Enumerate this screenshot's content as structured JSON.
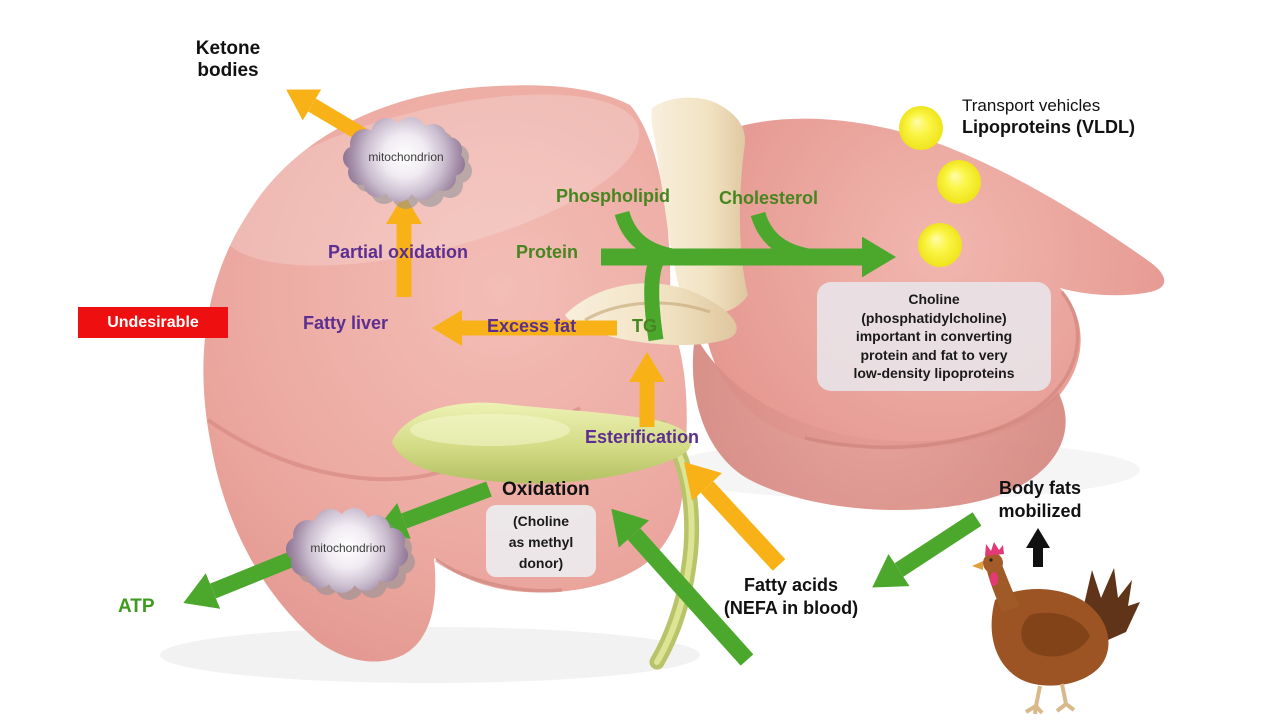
{
  "figure": {
    "background": "#FFFFFF",
    "labels": {
      "ketone_bodies": "Ketone\nbodies",
      "transport_vehicles": "Transport vehicles",
      "lipoproteins": "Lipoproteins (VLDL)",
      "phospholipid": "Phospholipid",
      "cholesterol": "Cholesterol",
      "protein": "Protein",
      "partial_oxidation": "Partial oxidation",
      "fatty_liver": "Fatty liver",
      "excess_fat": "Excess fat",
      "tg": "TG",
      "undesirable": "Undesirable",
      "choline_note": "Choline\n(phosphatidylcholine)\nimportant in converting\nprotein and fat to very\nlow-density lipoproteins",
      "esterification": "Esterification",
      "oxidation": "Oxidation",
      "choline_methyl": "(Choline\nas methyl\ndonor)",
      "atp": "ATP",
      "fatty_acids": "Fatty acids\n(NEFA in blood)",
      "body_fats": "Body fats\nmobilized",
      "mitochondrion_top": "mitochondrion",
      "mitochondrion_bottom": "mitochondrion"
    },
    "colors": {
      "arrow_yellow": "#F8B218",
      "arrow_green": "#4BA82C",
      "arrow_black": "#111111",
      "label_green": "#47851F",
      "label_purple": "#5C2E91",
      "undesirable_red": "#EE1010",
      "note_box_bg": "#E8E6EA",
      "liver_pink": "#ECA79F",
      "gallbladder_green": "#D3DB85",
      "vldl_yellow": "#F7EF3A",
      "mitochondrion_mauve": "#8F7394"
    }
  }
}
